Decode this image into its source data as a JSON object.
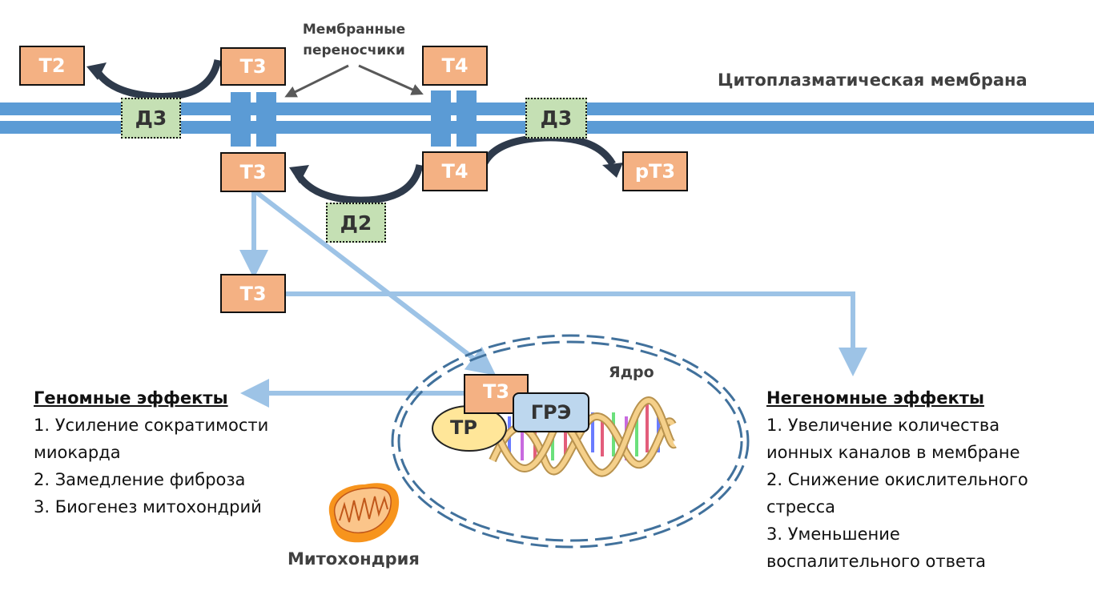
{
  "membrane": {
    "label": "Цитоплазматическая мембрана",
    "transporters_label_line1": "Мембранные",
    "transporters_label_line2": "переносчики"
  },
  "hormones": {
    "t2": "Т2",
    "t3_outside": "Т3",
    "t4_outside": "Т4",
    "t3_inside": "Т3",
    "t4_inside": "Т4",
    "rt3": "рТ3",
    "t3_cytoplasm": "Т3",
    "t3_nucleus": "Т3"
  },
  "enzymes": {
    "d3_left": "Д3",
    "d3_right": "Д3",
    "d2": "Д2"
  },
  "nucleus": {
    "label": "Ядро",
    "receptor": "ТР",
    "response_element": "ГРЭ"
  },
  "mitochondria": {
    "label": "Митохондрия"
  },
  "genomic_effects": {
    "title": "Геномные эффекты",
    "lines": [
      "1. Усиление сократимости",
      "миокарда",
      "2. Замедление фиброза",
      "3. Биогенез митохондрий"
    ]
  },
  "nongenomic_effects": {
    "title": "Негеномные эффекты",
    "lines": [
      "1. Увеличение количества",
      "ионных каналов в мембране",
      "2. Снижение окислительного",
      "стресса",
      "3. Уменьшение",
      "воспалительного ответа"
    ]
  },
  "colors": {
    "membrane": "#5b9bd5",
    "hormone_box": "#f4b183",
    "enzyme_box": "#c5e0b4",
    "flow_arrow": "#9dc3e6",
    "reaction_arrow": "#2e3a4b",
    "nucleus_border": "#41719c",
    "mitochondria": "#f7941d"
  }
}
